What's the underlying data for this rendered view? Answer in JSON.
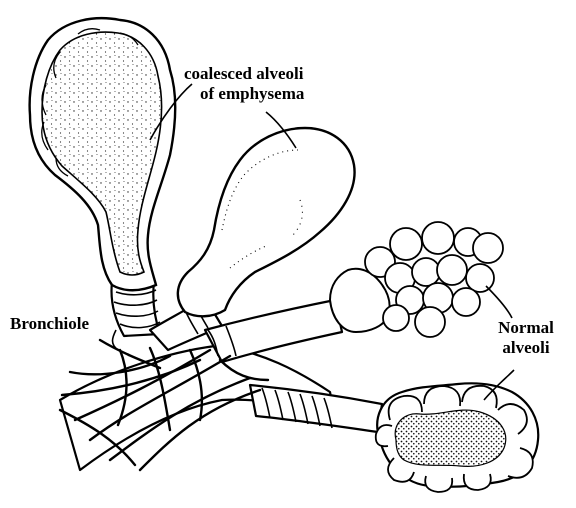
{
  "labels": {
    "coalesced_line1": "coalesced alveoli",
    "coalesced_line2": "of emphysema",
    "bronchiole": "Bronchiole",
    "normal_line1": "Normal",
    "normal_line2": "alveoli"
  },
  "colors": {
    "ink": "#000000",
    "paper": "#ffffff",
    "stipple": "#222222"
  }
}
